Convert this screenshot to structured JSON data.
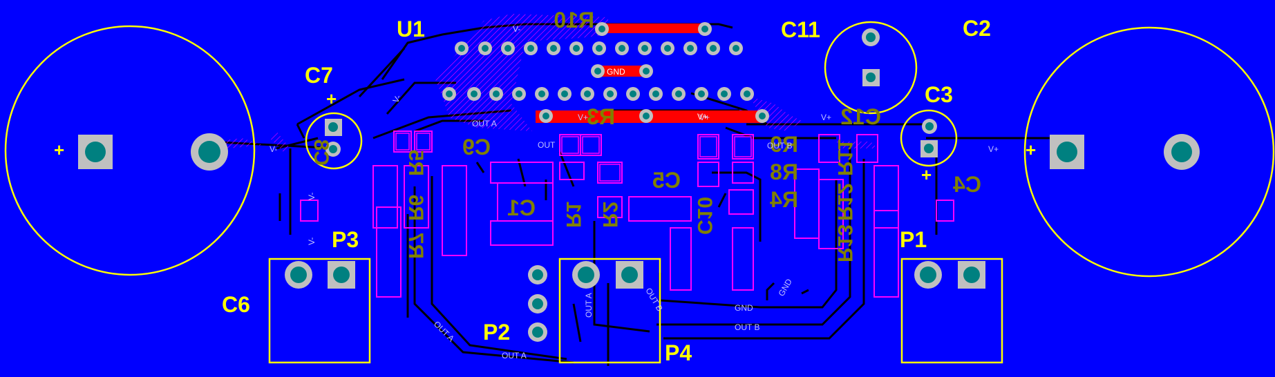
{
  "colors": {
    "board": "#0000ff",
    "silkscreen": "#ffff00",
    "silk_bottom": "#808000",
    "copper_edge": "#000000",
    "pad": "#c0c0c0",
    "pad_hole": "#008080",
    "net_red": "#ff0000",
    "outline": "#ff00ff"
  },
  "designators": {
    "u1": "U1",
    "r10": "R10",
    "c11": "C11",
    "c2": "C2",
    "c7": "C7",
    "c3": "C3",
    "c12": "C12",
    "r3": "R3",
    "c9": "C9",
    "r9": "R9",
    "r8": "R8",
    "c8": "C8",
    "r5": "R5",
    "c1": "C1",
    "c5": "C5",
    "r4": "R4",
    "c4": "C4",
    "r11": "R11",
    "r6": "R6",
    "r2": "R2",
    "r12": "R12",
    "p3": "P3",
    "p1": "P1",
    "r7": "R7",
    "r1": "R1",
    "r13": "R13",
    "c10": "C10",
    "c6": "C6",
    "p2": "P2",
    "p4": "P4",
    "plus": "+"
  },
  "nets": {
    "vminus": "V-",
    "vplus": "V+",
    "gnd": "GND",
    "out_a": "OUT A",
    "out_b": "OUT B",
    "out": "OUT"
  }
}
